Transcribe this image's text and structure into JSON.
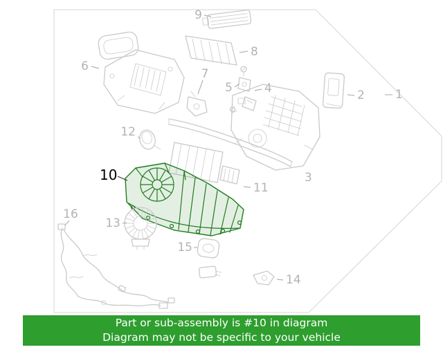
{
  "banner": {
    "line1": "Part or sub-assembly is #10 in diagram",
    "line2": "Diagram may not be specific to your vehicle"
  },
  "diagram": {
    "highlighted_callout": "10",
    "callouts": [
      {
        "num": "1"
      },
      {
        "num": "2"
      },
      {
        "num": "3"
      },
      {
        "num": "4"
      },
      {
        "num": "5"
      },
      {
        "num": "6"
      },
      {
        "num": "7"
      },
      {
        "num": "8"
      },
      {
        "num": "9"
      },
      {
        "num": "10"
      },
      {
        "num": "11"
      },
      {
        "num": "12"
      },
      {
        "num": "13"
      },
      {
        "num": "14"
      },
      {
        "num": "15"
      },
      {
        "num": "16"
      }
    ]
  },
  "colors": {
    "background": "#ffffff",
    "diagram_line": "#c9c9c9",
    "label_text": "#b3b3b3",
    "highlight": "#1e7c1e",
    "highlight_label": "#000000",
    "banner_bg": "#2e9e2e",
    "banner_text": "#ffffff"
  }
}
